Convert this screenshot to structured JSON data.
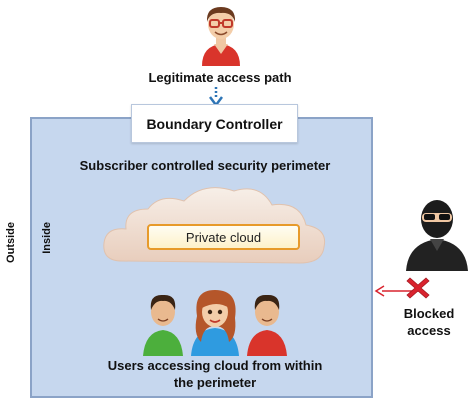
{
  "labels": {
    "legit_path": "Legitimate access path",
    "boundary_controller": "Boundary Controller",
    "perimeter_title": "Subscriber controlled security perimeter",
    "private_cloud": "Private cloud",
    "inside": "Inside",
    "outside": "Outside",
    "users_line1": "Users accessing cloud from within",
    "users_line2": "the perimeter",
    "blocked_line1": "Blocked",
    "blocked_line2": "access"
  },
  "colors": {
    "perimeter_fill": "#c6d7ee",
    "perimeter_border": "#8ba3c7",
    "cloud_accent": "#e79a2a",
    "arrow_blue": "#2e75b6",
    "blocked_red": "#d9232e"
  },
  "icons": {
    "top_user": "person-with-glasses-icon",
    "hacker": "masked-intruder-icon",
    "blocked": "red-x-icon",
    "users": "group-of-users-icon",
    "cloud": "cloud-icon"
  }
}
